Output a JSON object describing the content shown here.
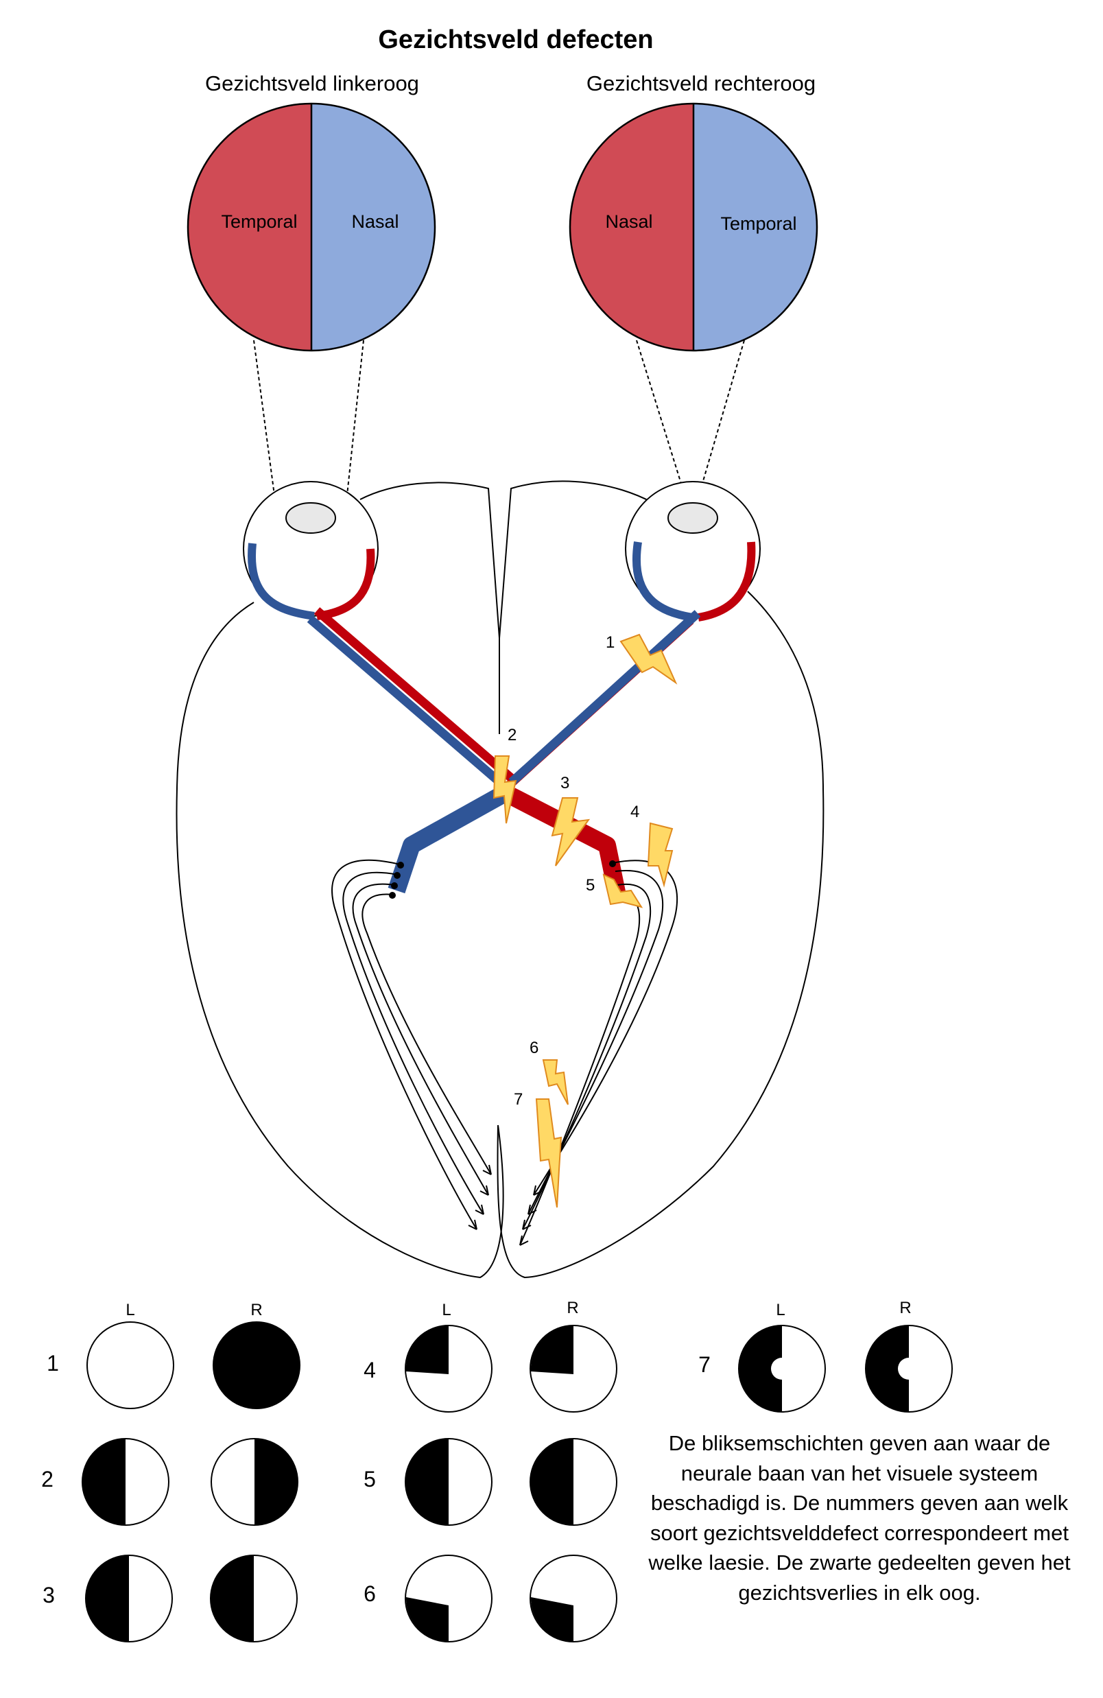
{
  "title": "Gezichtsveld defecten",
  "fields": {
    "left_eye_title": "Gezichtsveld linkeroog",
    "right_eye_title": "Gezichtsveld rechteroog",
    "left_eye": {
      "left_half": "Temporal",
      "right_half": "Nasal"
    },
    "right_eye": {
      "left_half": "Nasal",
      "right_half": "Temporal"
    }
  },
  "colors": {
    "red": "#d04b55",
    "blue": "#8eaadc",
    "tract_red": "#c0000b",
    "tract_blue": "#2f5597",
    "bolt": "#ffd966",
    "bolt_edge": "#e08a1e"
  },
  "lesions": [
    "1",
    "2",
    "3",
    "4",
    "5",
    "6",
    "7"
  ],
  "defects": {
    "eye_left": "L",
    "eye_right": "R",
    "rows": [
      {
        "num": "1",
        "left": "none",
        "right": "full"
      },
      {
        "num": "2",
        "left": "left-half",
        "right": "right-half"
      },
      {
        "num": "3",
        "left": "left-half",
        "right": "left-half"
      },
      {
        "num": "4",
        "left": "upper-left-quadrant",
        "right": "upper-left-quadrant"
      },
      {
        "num": "5",
        "left": "left-half",
        "right": "left-half"
      },
      {
        "num": "6",
        "left": "lower-left-quadrant",
        "right": "lower-left-quadrant"
      },
      {
        "num": "7",
        "left": "left-half-macular-sparing",
        "right": "left-half-macular-sparing"
      }
    ]
  },
  "note": "De bliksemschichten geven aan waar de neurale baan van het visuele systeem beschadigd is. De nummers geven aan welk soort gezichtsvelddefect correspondeert met welke laesie. De zwarte gedeelten geven het gezichtsverlies in elk oog."
}
